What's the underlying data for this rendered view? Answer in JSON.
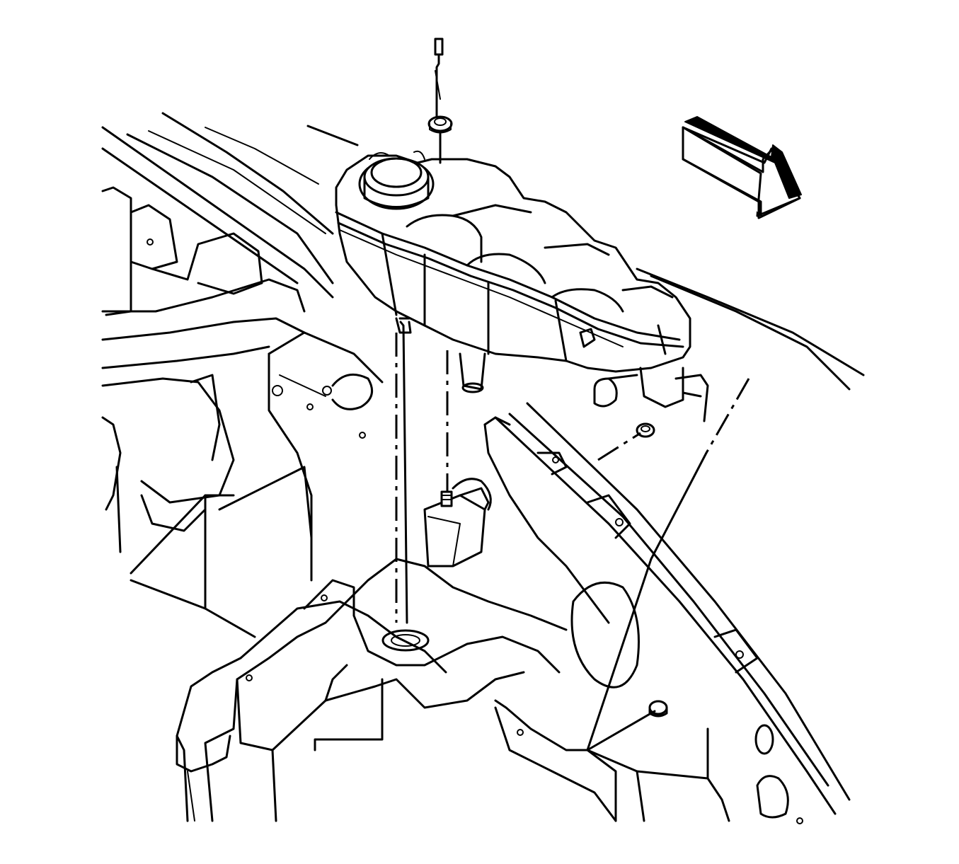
{
  "diagram": {
    "subject": "coolant-surge-tank-installation",
    "components": [
      {
        "name": "surge-tank",
        "icon": "reservoir-icon"
      },
      {
        "name": "surge-tank-cap",
        "icon": "cap-icon"
      },
      {
        "name": "mounting-bolt",
        "icon": "bolt-icon"
      },
      {
        "name": "mounting-nut-rear",
        "icon": "nut-icon"
      },
      {
        "name": "mounting-nut-front",
        "icon": "nut-icon"
      },
      {
        "name": "locating-stud",
        "icon": "stud-icon"
      },
      {
        "name": "grommet",
        "icon": "grommet-icon"
      },
      {
        "name": "direction-arrow",
        "icon": "arrow-icon"
      }
    ],
    "colors": {
      "line": "#000000",
      "background": "#ffffff"
    }
  }
}
